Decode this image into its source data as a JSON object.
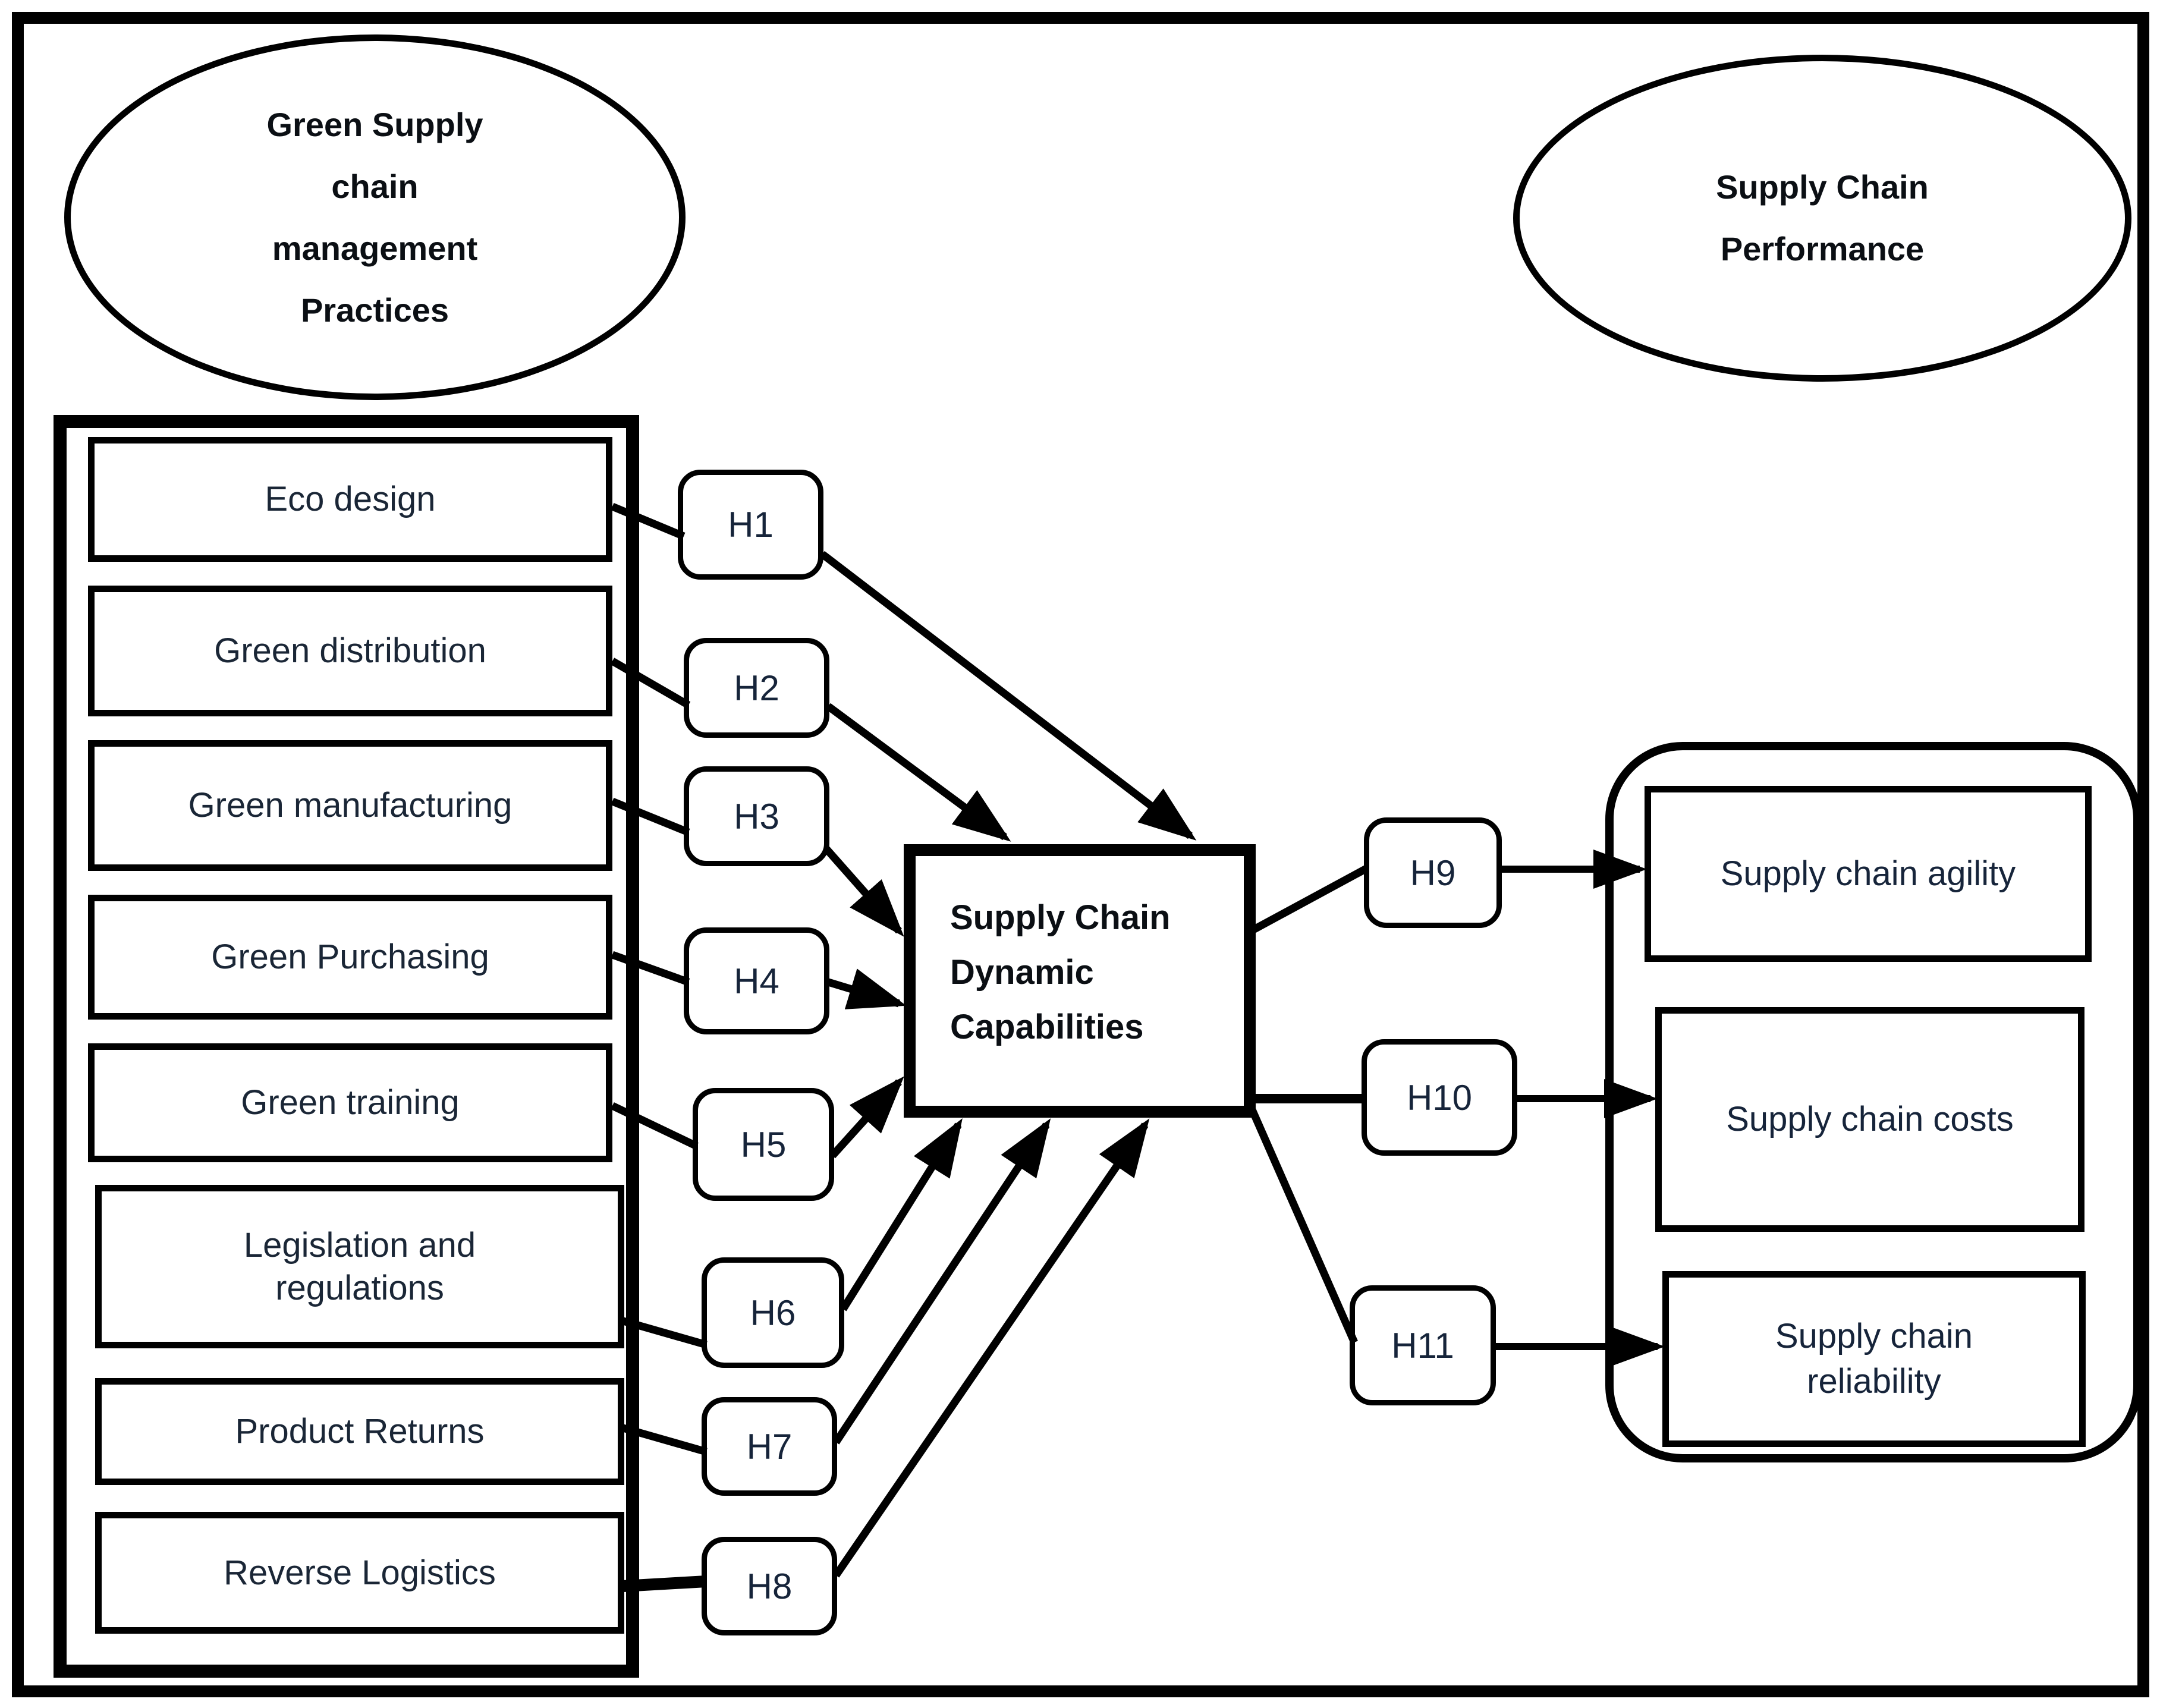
{
  "ellipses": {
    "gscm": {
      "lines": [
        "Green Supply",
        "chain",
        "management",
        "Practices"
      ]
    },
    "scp": {
      "lines": [
        "Supply Chain",
        "Performance"
      ]
    }
  },
  "practices": [
    {
      "id": "eco-design",
      "label": "Eco design"
    },
    {
      "id": "green-distribution",
      "label": "Green distribution"
    },
    {
      "id": "green-manufacturing",
      "label": "Green manufacturing"
    },
    {
      "id": "green-purchasing",
      "label": "Green Purchasing"
    },
    {
      "id": "green-training",
      "label": "Green training"
    },
    {
      "id": "legislation-regulations",
      "label": "Legislation and regulations"
    },
    {
      "id": "product-returns",
      "label": "Product Returns"
    },
    {
      "id": "reverse-logistics",
      "label": "Reverse Logistics"
    }
  ],
  "hypotheses": {
    "labels": [
      "H1",
      "H2",
      "H3",
      "H4",
      "H5",
      "H6",
      "H7",
      "H8",
      "H9",
      "H10",
      "H11"
    ]
  },
  "central": {
    "lines": [
      "Supply Chain",
      "Dynamic",
      "Capabilities"
    ]
  },
  "outcomes": [
    {
      "id": "supply-chain-agility",
      "label": "Supply chain agility"
    },
    {
      "id": "supply-chain-costs",
      "label": "Supply chain costs"
    },
    {
      "id": "supply-chain-reliability",
      "label": "Supply chain reliability"
    }
  ],
  "colors": {
    "line": "#000000",
    "label_text": "#16243a",
    "bold_text": "#0b0f14",
    "background": "#ffffff"
  }
}
